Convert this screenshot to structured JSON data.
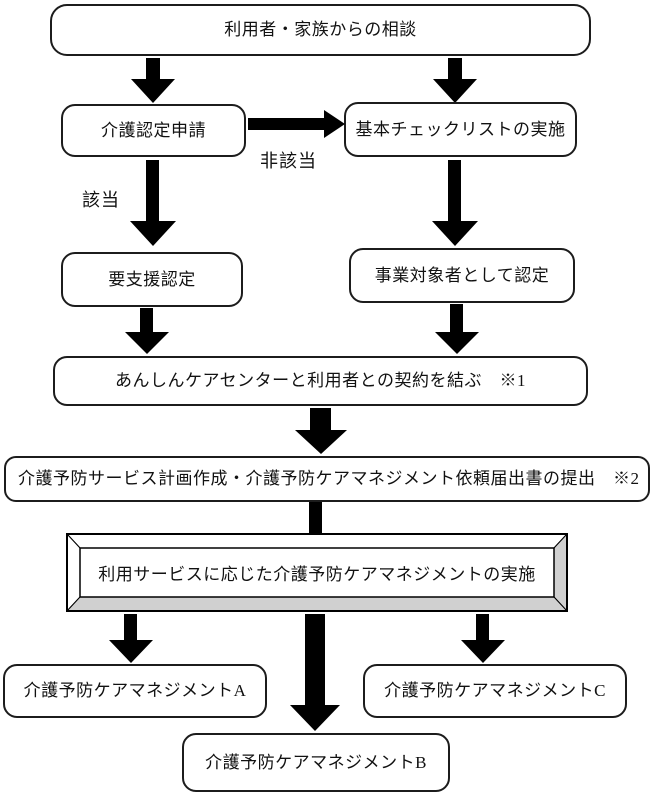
{
  "diagram": {
    "nodes": {
      "consultation": "利用者・家族からの相談",
      "certification_application": "介護認定申請",
      "basic_checklist": "基本チェックリストの実施",
      "support_certification": "要支援認定",
      "business_target_certification": "事業対象者として認定",
      "contract": "あんしんケアセンターと利用者との契約を結ぶ　※1",
      "plan_submission": "介護予防サービス計画作成・介護予防ケアマネジメント依頼届出書の提出　※2",
      "implementation": "利用サービスに応じた介護予防ケアマネジメントの実施",
      "management_a": "介護予防ケアマネジメントA",
      "management_b": "介護予防ケアマネジメントB",
      "management_c": "介護予防ケアマネジメントC"
    },
    "edge_labels": {
      "applicable": "該当",
      "not_applicable": "非該当"
    },
    "colors": {
      "border": "#1c1c1c",
      "arrow": "#000000",
      "bevel_shade": "#d0d0d0",
      "background": "#ffffff"
    }
  }
}
